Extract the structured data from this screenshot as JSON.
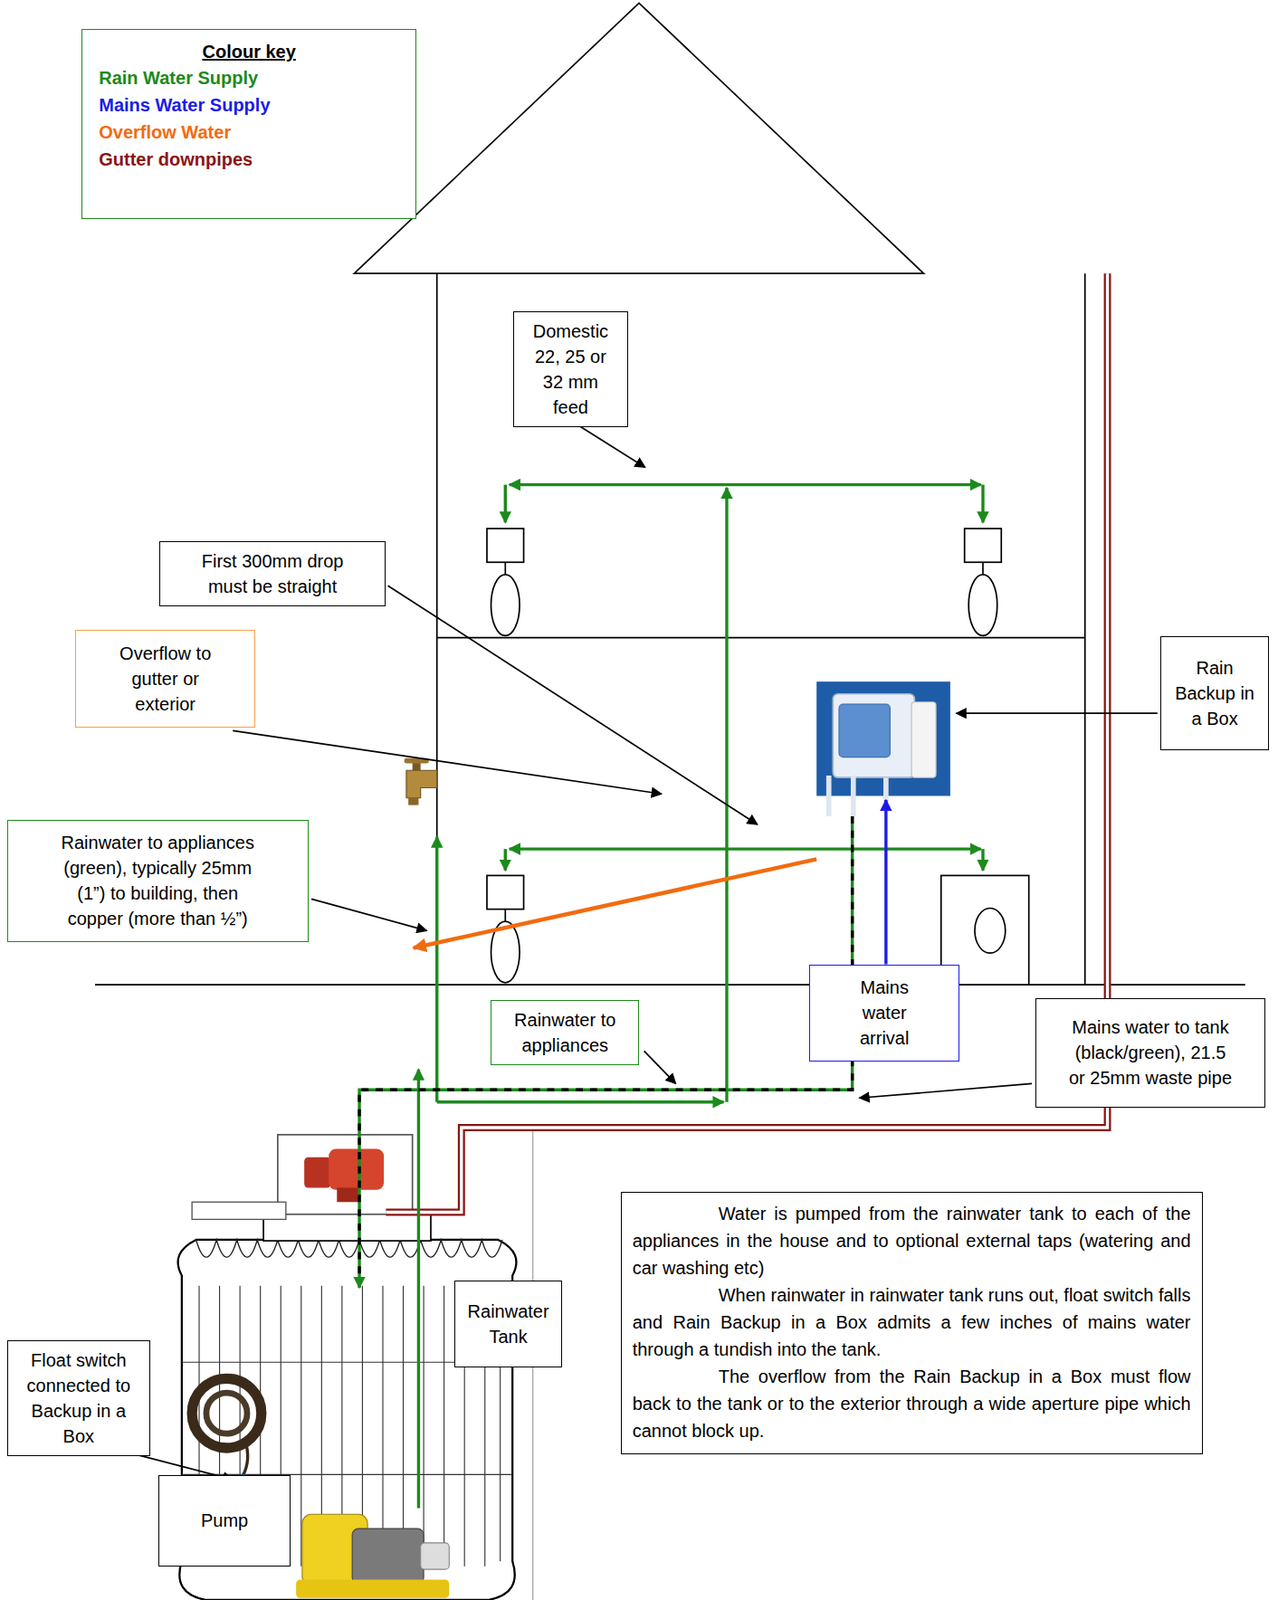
{
  "diagram": {
    "nodes": [
      {
        "text": [
          "Colour key"
        ]
      },
      {
        "text": [
          "Domestic 22, 25 or 32 mm feed"
        ]
      },
      {
        "text": [
          "First 300mm drop must be straight"
        ]
      },
      {
        "text": [
          "Overflow to gutter or exterior"
        ]
      },
      {
        "text": [
          "Rain Backup in a Box"
        ]
      },
      {
        "text": [
          "Rainwater to appliances (green), typically 25mm (1”) to building, then copper (more than ½”)"
        ]
      },
      {
        "text": [
          "Rainwater to appliances"
        ]
      },
      {
        "text": [
          "Mains water arrival"
        ]
      },
      {
        "text": [
          "Mains water to tank (black/green), 21.5 or 25mm waste pipe"
        ]
      },
      {
        "text": [
          "Water is pumped from the rainwater tank to each of the appliances in the house and to optional external taps (watering and car washing etc)",
          "When rainwater in rainwater tank runs out, float switch falls and Rain Backup in a Box admits a few inches of mains water through a tundish into the tank.",
          "The overflow from the Rain Backup in a Box must flow back to the tank or to the exterior through a wide aperture pipe which cannot block up."
        ]
      },
      {
        "text": [
          "Rainwater Tank"
        ]
      },
      {
        "text": [
          "Float switch connected to Backup in a Box"
        ]
      },
      {
        "text": [
          "Pump"
        ]
      }
    ],
    "legend": [
      {
        "text": "Rain Water Supply",
        "color": "#1d8a1d"
      },
      {
        "text": "Mains Water Supply",
        "color": "#1c1ce6"
      },
      {
        "text": "Overflow Water",
        "color": "#f26b0f"
      },
      {
        "text": "Gutter downpipes",
        "color": "#8b1414"
      }
    ]
  }
}
